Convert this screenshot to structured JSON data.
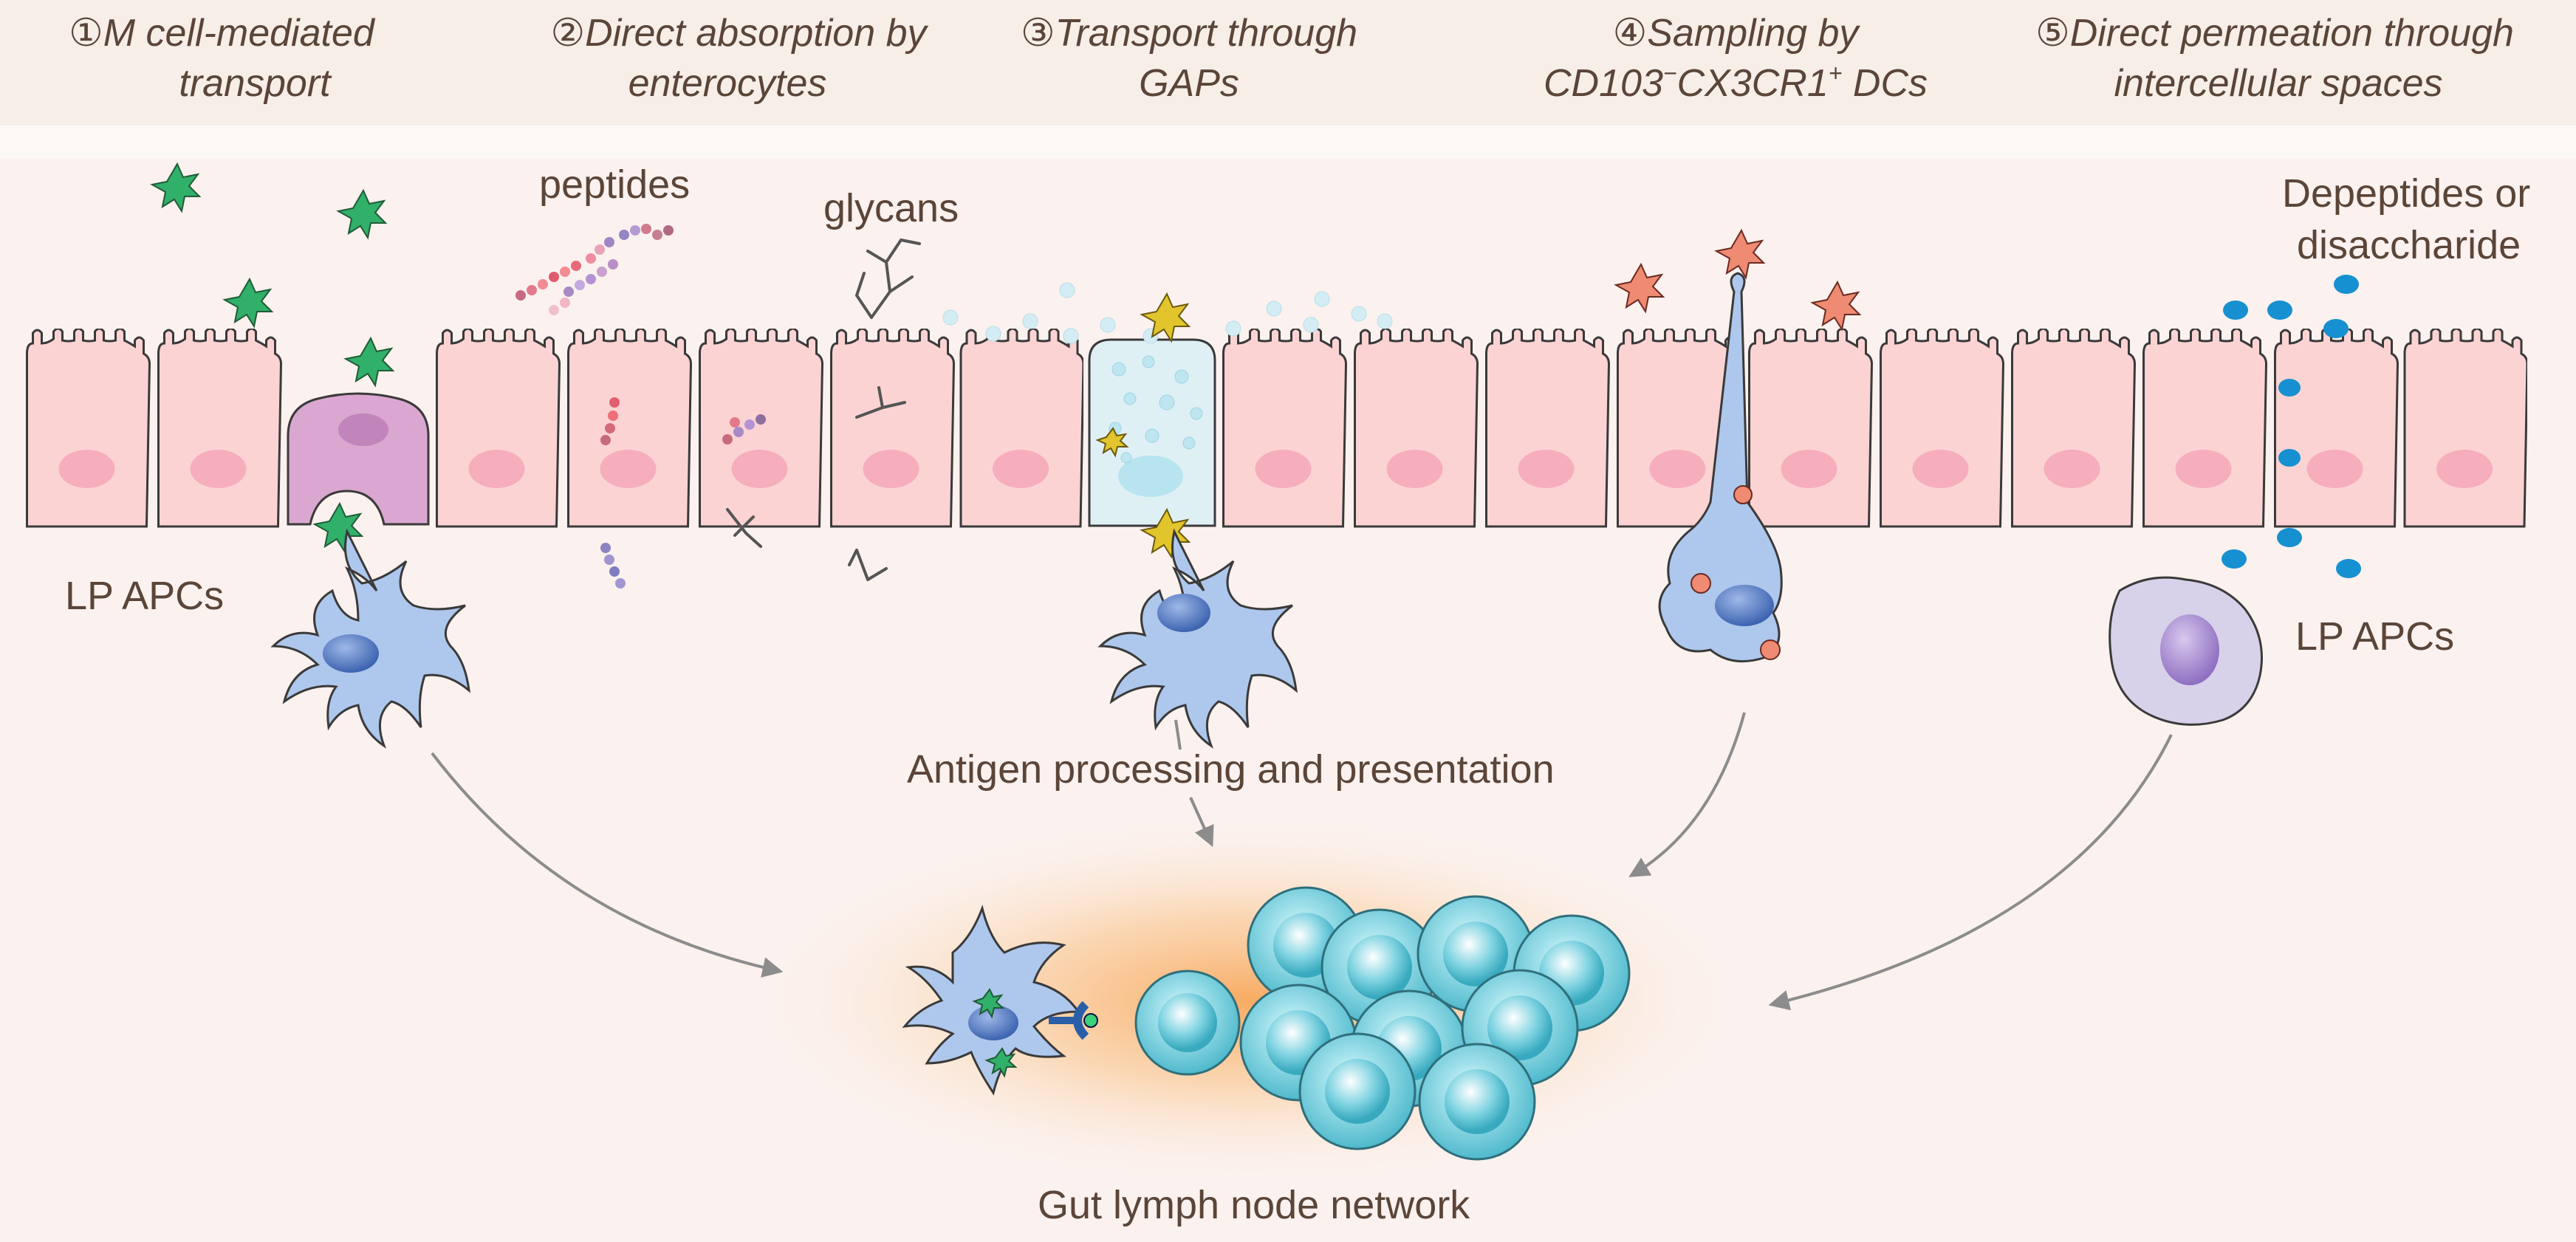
{
  "routes": [
    {
      "num": "①",
      "line1": "M cell-mediated",
      "line2": "transport"
    },
    {
      "num": "②",
      "line1": "Direct absorption by",
      "line2": "enterocytes"
    },
    {
      "num": "③",
      "line1": "Transport through",
      "line2": "GAPs"
    },
    {
      "num": "④",
      "line1": "Sampling by",
      "line2_parts": [
        "CD103",
        "−",
        "CX3CR1",
        "+",
        " DCs"
      ]
    },
    {
      "num": "⑤",
      "line1": "Direct permeation through",
      "line2": "intercellular spaces"
    }
  ],
  "labels": {
    "peptides": "peptides",
    "glycans": "glycans",
    "small_molecules_1": "Depeptides or",
    "small_molecules_2": "disaccharide",
    "lp_apcs_left": "LP APCs",
    "lp_apcs_right": "LP APCs",
    "antigen_processing": "Antigen processing and presentation",
    "lymph_node": "Gut lymph node network"
  },
  "colors": {
    "header_band": "#f7eee8",
    "tissue_band": "#fbf1ee",
    "enterocyte_fill": "#fbd3d3",
    "enterocyte_nucleus": "#f6aebd",
    "m_cell": "#d9a7cf",
    "goblet_cell": "#dff0f5",
    "antigen_green": "#31b06a",
    "antigen_yellow": "#e2c52c",
    "antigen_red": "#ef8a73",
    "apc_blue": "#aec7ec",
    "apc_nucleus": "#5b7fc3",
    "lymphocyte_cyan": "#6fc9d9",
    "small_molecule_blue": "#1690d0",
    "macrophage_purple": "#d8d1ea",
    "arrow_gray": "#8c8c8c",
    "text_brown": "#5a4538"
  }
}
